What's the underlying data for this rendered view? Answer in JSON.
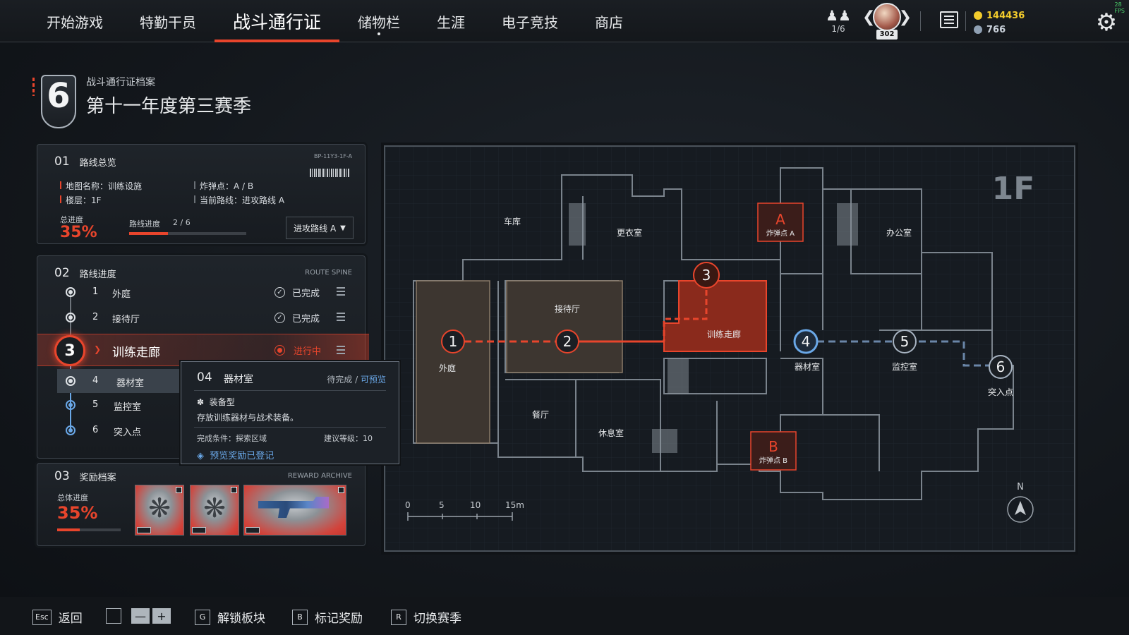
{
  "nav": {
    "items": [
      {
        "label": "开始游戏"
      },
      {
        "label": "特勤干员"
      },
      {
        "label": "战斗通行证"
      },
      {
        "label": "储物栏"
      },
      {
        "label": "生涯"
      },
      {
        "label": "电子竞技"
      },
      {
        "label": "商店"
      }
    ],
    "active_index": 2
  },
  "topbar": {
    "party_count": "1/6",
    "player_level": "302",
    "gold": "144436",
    "silver": "766",
    "fps": "28 FPS",
    "colors": {
      "gold": "#f3cc2c",
      "silver": "#c9d1da"
    }
  },
  "season": {
    "number": "6",
    "subtitle": "战斗通行证档案",
    "title": "第十一年度第三赛季"
  },
  "overview": {
    "num": "01",
    "title": "路线总览",
    "code": "BP-11Y3-1F-A",
    "map_name": "地图名称：训练设施",
    "floor": "楼层：1F",
    "bomb_sites": "炸弹点：A / B",
    "current_route": "当前路线：进攻路线 A",
    "total_label": "总进度",
    "total_pct": "35%",
    "total_value": 0.35,
    "route_label": "路线进度",
    "route_value": "2 / 6",
    "route_fraction": 0.333,
    "dropdown": "进攻路线 A"
  },
  "progress": {
    "num": "02",
    "title": "路线进度",
    "tag": "ROUTE SPINE",
    "steps": [
      {
        "n": "1",
        "name": "外庭",
        "status": "已完成"
      },
      {
        "n": "2",
        "name": "接待厅",
        "status": "已完成"
      },
      {
        "n": "3",
        "name": "训练走廊",
        "status": "进行中"
      },
      {
        "n": "4",
        "name": "器材室"
      },
      {
        "n": "5",
        "name": "监控室"
      },
      {
        "n": "6",
        "name": "突入点"
      }
    ]
  },
  "tooltip": {
    "num": "04",
    "title": "器材室",
    "status_a": "待完成 / ",
    "status_b": "可预览",
    "type": "装备型",
    "desc": "存放训练器材与战术装备。",
    "condition": "完成条件：探索区域",
    "level": "建议等级：10",
    "link": "预览奖励已登记"
  },
  "rewards": {
    "num": "03",
    "title": "奖励档案",
    "tag": "REWARD ARCHIVE",
    "total_label": "总体进度",
    "total_pct": "35%",
    "total_value": 0.35
  },
  "map": {
    "floor": "1F",
    "rooms": {
      "garage": "车库",
      "locker": "更衣室",
      "office": "办公室",
      "courtyard": "外庭",
      "lobby": "接待厅",
      "corridor": "训练走廊",
      "equipment": "器材室",
      "monitor": "监控室",
      "breach": "突入点",
      "dining": "餐厅",
      "lounge": "休息室"
    },
    "site_a": {
      "letter": "A",
      "label": "炸弹点 A"
    },
    "site_b": {
      "letter": "B",
      "label": "炸弹点 B"
    },
    "nodes": [
      "1",
      "2",
      "3",
      "4",
      "5",
      "6"
    ],
    "scale": [
      "0",
      "5",
      "10",
      "15m"
    ],
    "north": "N",
    "colors": {
      "accent": "#e8452c",
      "blue": "#6aa8e8",
      "done_room": "#3a332c",
      "active_room": "#8a2a1c"
    }
  },
  "bottom": {
    "back_key": "Esc",
    "back": "返回",
    "minus": "—",
    "plus": "+",
    "unlock_key": "G",
    "unlock": "解锁板块",
    "mark_key": "B",
    "mark": "标记奖励",
    "season_key": "R",
    "season": "切换赛季"
  }
}
